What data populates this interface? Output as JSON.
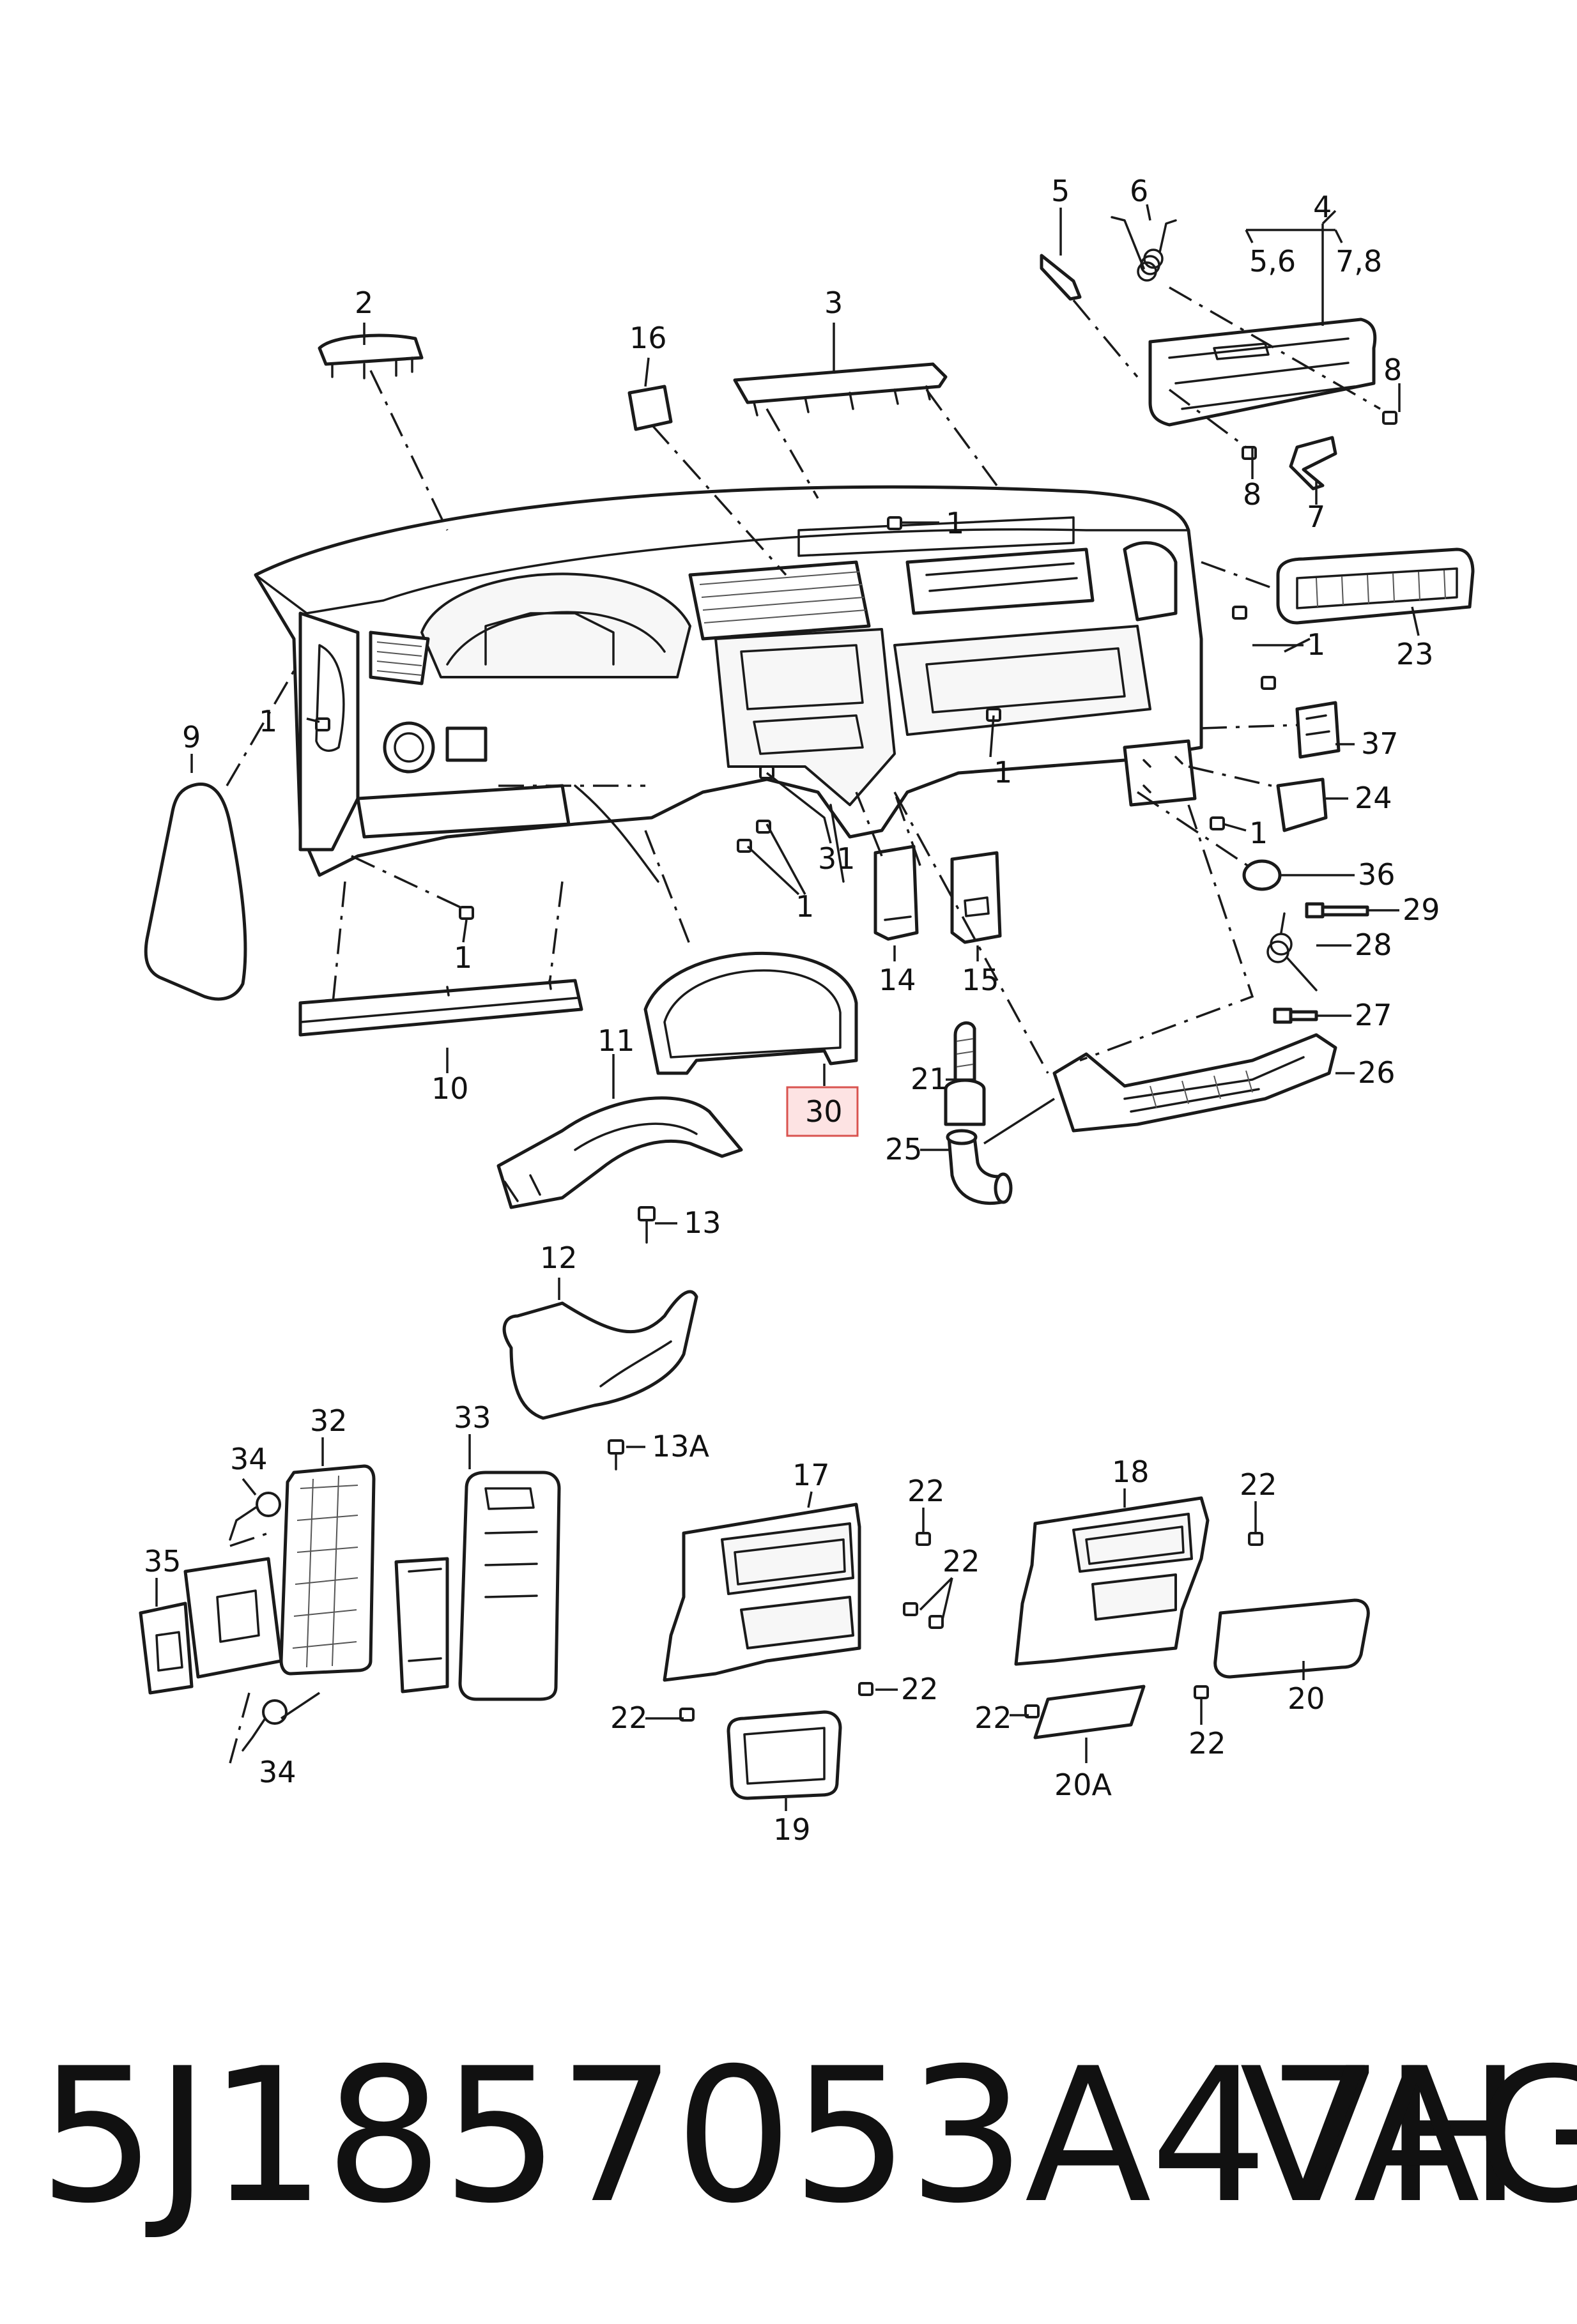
{
  "diagram": {
    "callouts": {
      "c1": "1",
      "c2": "2",
      "c3": "3",
      "c4": "4",
      "c5": "5",
      "c6": "6",
      "c7": "7",
      "c8": "8",
      "c9": "9",
      "c10": "10",
      "c11": "11",
      "c12": "12",
      "c13": "13",
      "c13a": "13A",
      "c14": "14",
      "c15": "15",
      "c16": "16",
      "c17": "17",
      "c18": "18",
      "c19": "19",
      "c20": "20",
      "c20a": "20A",
      "c21": "21",
      "c22": "22",
      "c23": "23",
      "c24": "24",
      "c25": "25",
      "c26": "26",
      "c27": "27",
      "c28": "28",
      "c29": "29",
      "c30": "30",
      "c31": "31",
      "c32": "32",
      "c33": "33",
      "c34": "34",
      "c35": "35",
      "c36": "36",
      "c37": "37",
      "c56": "5,6",
      "c78": "7,8"
    },
    "highlight_color": "#d9534f"
  },
  "footer": {
    "part_number": "5J1857053A47H",
    "brand": "VAG"
  }
}
